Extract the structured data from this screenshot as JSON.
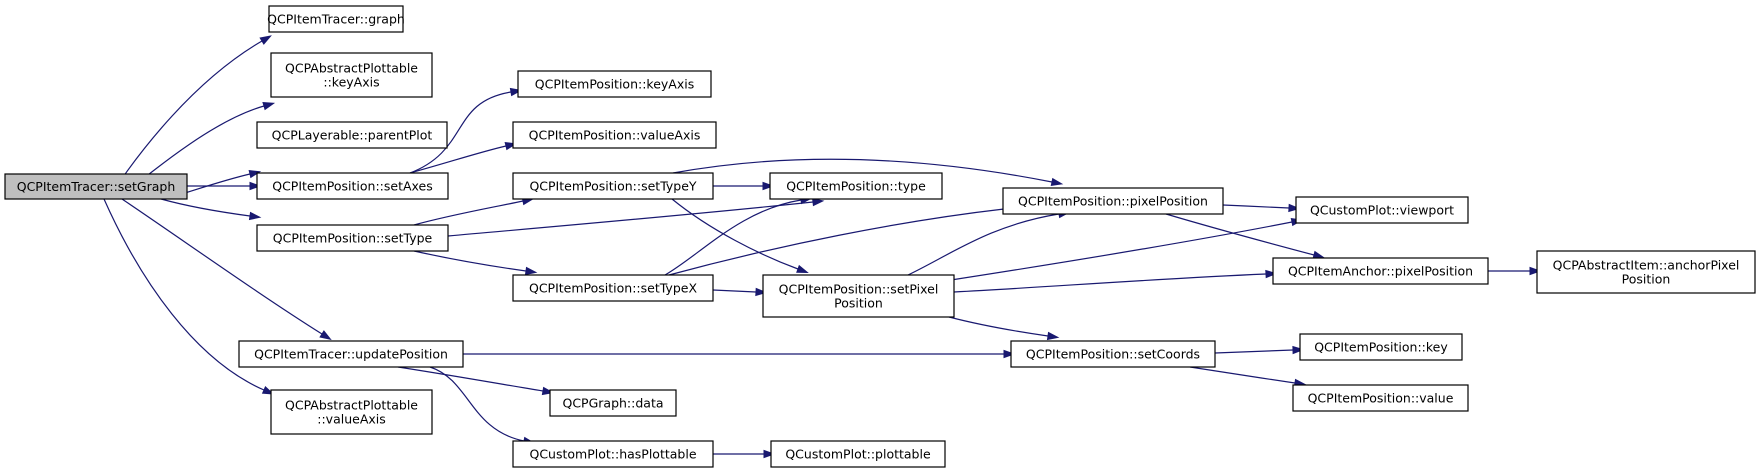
{
  "nodes": [
    {
      "id": "setGraph",
      "lines": [
        "QCPItemTracer::setGraph"
      ],
      "root": true
    },
    {
      "id": "graph",
      "lines": [
        "QCPItemTracer::graph"
      ]
    },
    {
      "id": "keyAxisPlottable",
      "lines": [
        "QCPAbstractPlottable",
        "::keyAxis"
      ]
    },
    {
      "id": "parentPlot",
      "lines": [
        "QCPLayerable::parentPlot"
      ]
    },
    {
      "id": "setAxes",
      "lines": [
        "QCPItemPosition::setAxes"
      ]
    },
    {
      "id": "setType",
      "lines": [
        "QCPItemPosition::setType"
      ]
    },
    {
      "id": "updatePosition",
      "lines": [
        "QCPItemTracer::updatePosition"
      ]
    },
    {
      "id": "valueAxisPlottable",
      "lines": [
        "QCPAbstractPlottable",
        "::valueAxis"
      ]
    },
    {
      "id": "posKeyAxis",
      "lines": [
        "QCPItemPosition::keyAxis"
      ]
    },
    {
      "id": "posValueAxis",
      "lines": [
        "QCPItemPosition::valueAxis"
      ]
    },
    {
      "id": "setTypeY",
      "lines": [
        "QCPItemPosition::setTypeY"
      ]
    },
    {
      "id": "setTypeX",
      "lines": [
        "QCPItemPosition::setTypeX"
      ]
    },
    {
      "id": "graphData",
      "lines": [
        "QCPGraph::data"
      ]
    },
    {
      "id": "hasPlottable",
      "lines": [
        "QCustomPlot::hasPlottable"
      ]
    },
    {
      "id": "posType",
      "lines": [
        "QCPItemPosition::type"
      ]
    },
    {
      "id": "setPixelPosition",
      "lines": [
        "QCPItemPosition::setPixel",
        "Position"
      ]
    },
    {
      "id": "plottable",
      "lines": [
        "QCustomPlot::plottable"
      ]
    },
    {
      "id": "pixelPosition",
      "lines": [
        "QCPItemPosition::pixelPosition"
      ]
    },
    {
      "id": "setCoords",
      "lines": [
        "QCPItemPosition::setCoords"
      ]
    },
    {
      "id": "viewport",
      "lines": [
        "QCustomPlot::viewport"
      ]
    },
    {
      "id": "anchorPixelPosition",
      "lines": [
        "QCPItemAnchor::pixelPosition"
      ]
    },
    {
      "id": "posKey",
      "lines": [
        "QCPItemPosition::key"
      ]
    },
    {
      "id": "posValue",
      "lines": [
        "QCPItemPosition::value"
      ]
    },
    {
      "id": "abstractItemAnchor",
      "lines": [
        "QCPAbstractItem::anchorPixel",
        "Position"
      ]
    }
  ],
  "edges": [
    {
      "from": "setGraph",
      "to": "graph"
    },
    {
      "from": "setGraph",
      "to": "keyAxisPlottable"
    },
    {
      "from": "setGraph",
      "to": "parentPlot"
    },
    {
      "from": "setGraph",
      "to": "setAxes"
    },
    {
      "from": "setGraph",
      "to": "setType"
    },
    {
      "from": "setGraph",
      "to": "updatePosition"
    },
    {
      "from": "setGraph",
      "to": "valueAxisPlottable"
    },
    {
      "from": "setAxes",
      "to": "posKeyAxis"
    },
    {
      "from": "setAxes",
      "to": "posValueAxis"
    },
    {
      "from": "setType",
      "to": "setTypeY"
    },
    {
      "from": "setType",
      "to": "posType"
    },
    {
      "from": "setType",
      "to": "setTypeX"
    },
    {
      "from": "setTypeY",
      "to": "posType"
    },
    {
      "from": "setTypeY",
      "to": "pixelPosition"
    },
    {
      "from": "setTypeY",
      "to": "setPixelPosition"
    },
    {
      "from": "setTypeX",
      "to": "posType"
    },
    {
      "from": "setTypeX",
      "to": "pixelPosition"
    },
    {
      "from": "setTypeX",
      "to": "setPixelPosition"
    },
    {
      "from": "setPixelPosition",
      "to": "pixelPosition"
    },
    {
      "from": "setPixelPosition",
      "to": "viewport"
    },
    {
      "from": "setPixelPosition",
      "to": "anchorPixelPosition"
    },
    {
      "from": "setPixelPosition",
      "to": "setCoords"
    },
    {
      "from": "pixelPosition",
      "to": "viewport"
    },
    {
      "from": "pixelPosition",
      "to": "anchorPixelPosition"
    },
    {
      "from": "anchorPixelPosition",
      "to": "abstractItemAnchor"
    },
    {
      "from": "updatePosition",
      "to": "setCoords"
    },
    {
      "from": "updatePosition",
      "to": "graphData"
    },
    {
      "from": "updatePosition",
      "to": "hasPlottable"
    },
    {
      "from": "hasPlottable",
      "to": "plottable"
    },
    {
      "from": "setCoords",
      "to": "posKey"
    },
    {
      "from": "setCoords",
      "to": "posValue"
    }
  ],
  "colors": {
    "edge": "#191970",
    "root_fill": "#bfbfbf",
    "node_fill": "#ffffff",
    "node_border": "#000000"
  }
}
